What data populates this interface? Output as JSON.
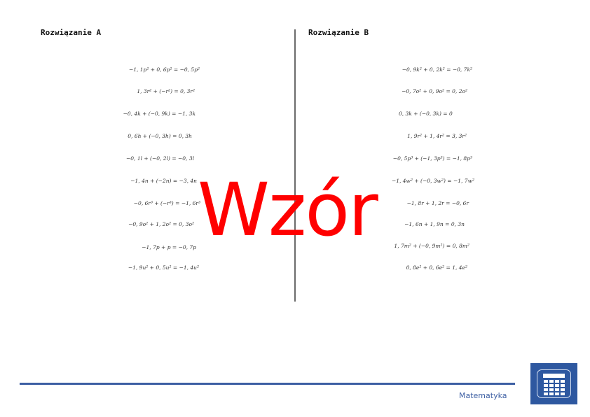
{
  "solutions": [
    {
      "title": "Rozwiązanie A",
      "equations": [
        {
          "lhs": "−1, 1p² + 0, 6p²",
          "rhs": "−0, 5p²"
        },
        {
          "lhs": "1, 3r² + (−r²)",
          "rhs": "0, 3r²"
        },
        {
          "lhs": "−0, 4k + (−0, 9k)",
          "rhs": "−1, 3k"
        },
        {
          "lhs": "0, 6h + (−0, 3h)",
          "rhs": "0, 3h"
        },
        {
          "lhs": "−0, 1l + (−0, 2l)",
          "rhs": "−0, 3l"
        },
        {
          "lhs": "−1, 4n + (−2n)",
          "rhs": "−3, 4n"
        },
        {
          "lhs": "−0, 6r³ + (−r³)",
          "rhs": "−1, 6r³"
        },
        {
          "lhs": "−0, 9o² + 1, 2o²",
          "rhs": "0, 3o²"
        },
        {
          "lhs": "−1, 7p + p",
          "rhs": "−0, 7p"
        },
        {
          "lhs": "−1, 9u² + 0, 5u²",
          "rhs": "−1, 4u²"
        }
      ]
    },
    {
      "title": "Rozwiązanie B",
      "equations": [
        {
          "lhs": "−0, 9k² + 0, 2k²",
          "rhs": "−0, 7k²"
        },
        {
          "lhs": "−0, 7o² + 0, 9o²",
          "rhs": "0, 2o²"
        },
        {
          "lhs": "0, 3k + (−0, 3k)",
          "rhs": "0"
        },
        {
          "lhs": "1, 9r² + 1, 4r²",
          "rhs": "3, 3r²"
        },
        {
          "lhs": "−0, 5p³ + (−1, 3p³)",
          "rhs": "−1, 8p³"
        },
        {
          "lhs": "−1, 4w² + (−0, 3w²)",
          "rhs": "−1, 7w²"
        },
        {
          "lhs": "−1, 8r + 1, 2r",
          "rhs": "−0, 6r"
        },
        {
          "lhs": "−1, 6n + 1, 9n",
          "rhs": "0, 3n"
        },
        {
          "lhs": "1, 7m² + (−0, 9m²)",
          "rhs": "0, 8m²"
        },
        {
          "lhs": "0, 8e² + 0, 6e²",
          "rhs": "1, 4e²"
        }
      ]
    }
  ],
  "equals_sign": "=",
  "watermark": "Wzór",
  "footer": {
    "subject": "Matematyka",
    "logo_icon": "calculator-icon",
    "accent_color": "#3d5fa3"
  }
}
